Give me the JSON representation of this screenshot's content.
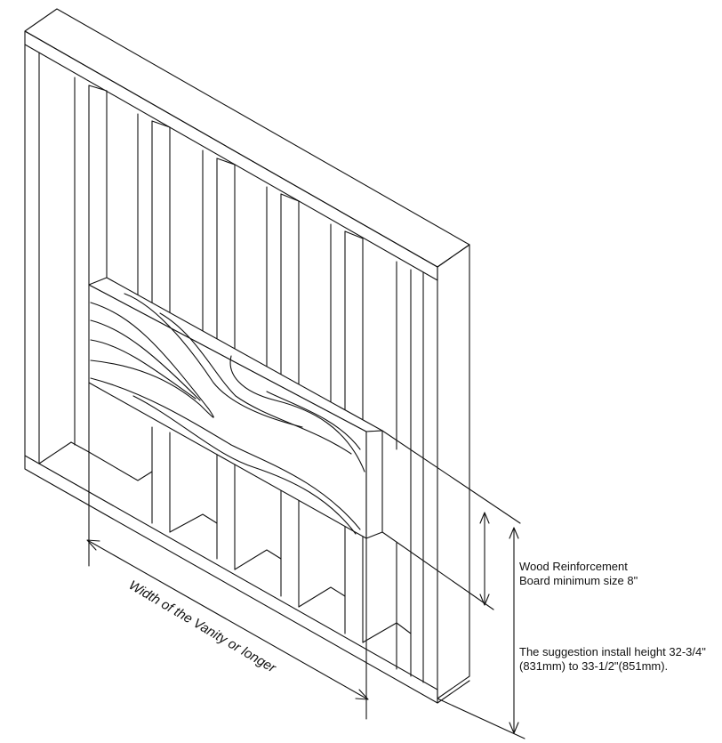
{
  "labels": {
    "board_line1": "Wood Reinforcement",
    "board_line2": "Board minimum size 8\"",
    "height_line1": "The suggestion install height 32-3/4\"",
    "height_line2": "(831mm) to 33-1/2\"(851mm).",
    "width_label": "Width of the Vanity or longer"
  },
  "colors": {
    "line": "#111111",
    "background": "#ffffff"
  }
}
